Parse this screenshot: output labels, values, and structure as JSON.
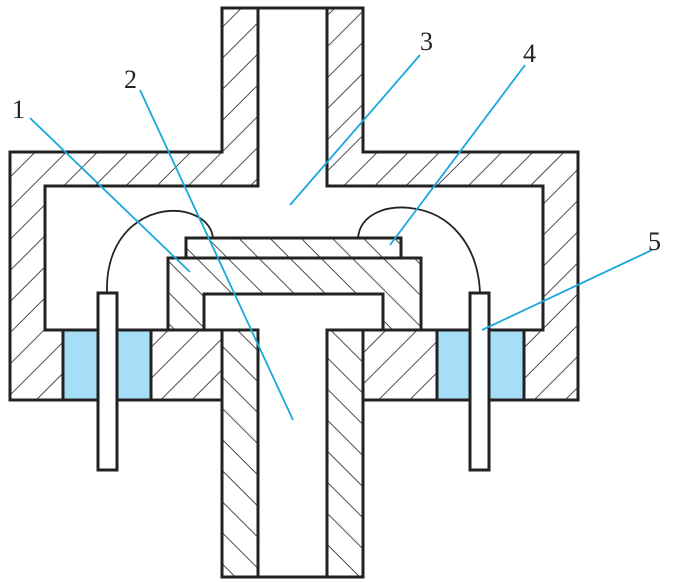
{
  "diagram": {
    "labels": [
      {
        "id": "1",
        "text": "1"
      },
      {
        "id": "2",
        "text": "2"
      },
      {
        "id": "3",
        "text": "3"
      },
      {
        "id": "4",
        "text": "4"
      },
      {
        "id": "5",
        "text": "5"
      }
    ],
    "colors": {
      "outline": "#222222",
      "insulator": "#a6def5",
      "leader": "#1aa7dc"
    }
  }
}
